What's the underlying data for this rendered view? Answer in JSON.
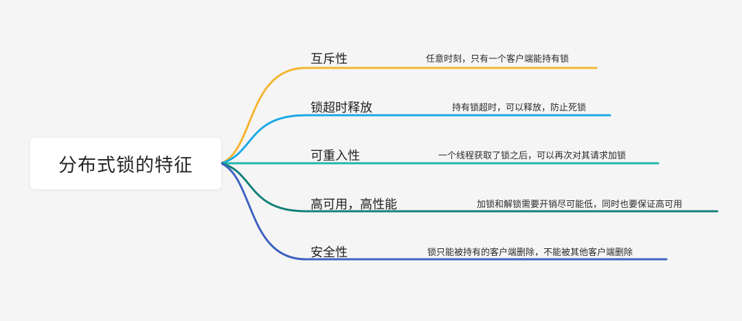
{
  "root": {
    "label": "分布式锁的特征"
  },
  "branches": [
    {
      "label": "互斥性",
      "description": "任意时刻，只有一个客户端能持有锁",
      "color": "#f5b532"
    },
    {
      "label": "锁超时释放",
      "description": "持有锁超时，可以释放，防止死锁",
      "color": "#1aa8e6"
    },
    {
      "label": "可重入性",
      "description": "一个线程获取了锁之后，可以再次对其请求加锁",
      "color": "#20b8a8"
    },
    {
      "label": "高可用，高性能",
      "description": "加锁和解锁需要开销尽可能低，同时也要保证高可用",
      "color": "#13807a"
    },
    {
      "label": "安全性",
      "description": "锁只能被持有的客户端删除，不能被其他客户端删除",
      "color": "#3d62c0"
    }
  ]
}
